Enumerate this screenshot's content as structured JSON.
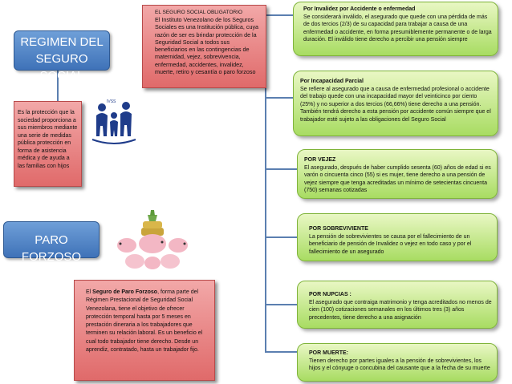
{
  "regimen": {
    "title_line1": "REGIMEN DEL",
    "title_line2": "SEGURO SOCIAL",
    "description": "Es la protección que la sociedad proporciona a sus miembros mediante una serie de medidas pública protección en forma de asistencia médica y de ayuda a las familias con hijos"
  },
  "sso": {
    "heading": "EL SEGURO SOCIAL OBLIGATORIO",
    "body": "El Instituto Venezolano de los Seguros Sociales es una Institución pública, cuya razón de ser es brindar protección de la Seguridad Social a todos sus beneficiarios en las contingencias de maternidad, vejez, sobrevivencia, enfermedad, accidentes, invalidez, muerte, retiro y cesantía o paro forzoso",
    "logo_text": "IVSS"
  },
  "paro": {
    "title": "PARO FORZOSO",
    "description_prefix": "El ",
    "description_bold": "Seguro de Paro Forzoso",
    "description_rest": ", forma parte del Régimen Prestacional de Seguridad Social Venezolana, tiene el objetivo de ofrecer protección temporal hasta por 5 meses en prestación dineraria a los trabajadores que terminen su relación laboral. Es un beneficio el cual todo trabajador tiene derecho. Desde un aprendiz, contratado, hasta un trabajador fijo."
  },
  "cards": [
    {
      "title": "Por Invalidez por Accidente o enfermedad",
      "body": "Se considerará inválido, el asegurado que quede con una pérdida de más de dos tercios (2/3) de su capacidad para trabajar a causa de una enfermedad o accidente, en forma presumiblemente permanente o de larga duración. El inválido tiene derecho a percibir una pensión siempre"
    },
    {
      "title": "Por Incapacidad Parcial",
      "body": "Se refiere al asegurado que a causa de enfermedad profesional o accidente del trabajo quede con una incapacidad mayor del veinticinco por ciento (25%) y no superior a dos tercios (66,66%) tiene derecho a una pensión. También tendrá derecho a esta pensión por accidente común siempre que el trabajador esté sujeto a las obligaciones del Seguro Social"
    },
    {
      "title": "POR VEJEZ",
      "body": "El asegurado, después de haber cumplido sesenta (60) años de edad si es varón o cincuenta cinco (55) si es mujer, tiene derecho a una pensión de vejez siempre que tenga acreditadas un mínimo de setecientas cincuenta (750) semanas cotizadas"
    },
    {
      "title": "POR SOBREVIVIENTE",
      "body": "La pensión de sobrevivientes se causa por el fallecimiento de un beneficiario de pensión de Invalidez o vejez en todo caso y por el fallecimiento de un asegurado"
    },
    {
      "title": "POR NUPCIAS :",
      "body": "El asegurado que contraiga matrimonio y tenga acreditados no menos de cien (100) cotizaciones semanales en los últimos tres (3) años precedentes, tiene derecho a una asignación"
    },
    {
      "title": "POR MUERTE:",
      "body": "Tienen derecho por partes iguales a la pensión de sobrevivientes, los hijos y el cónyuge o concubina del causante que a la fecha de su muerte"
    }
  ]
}
